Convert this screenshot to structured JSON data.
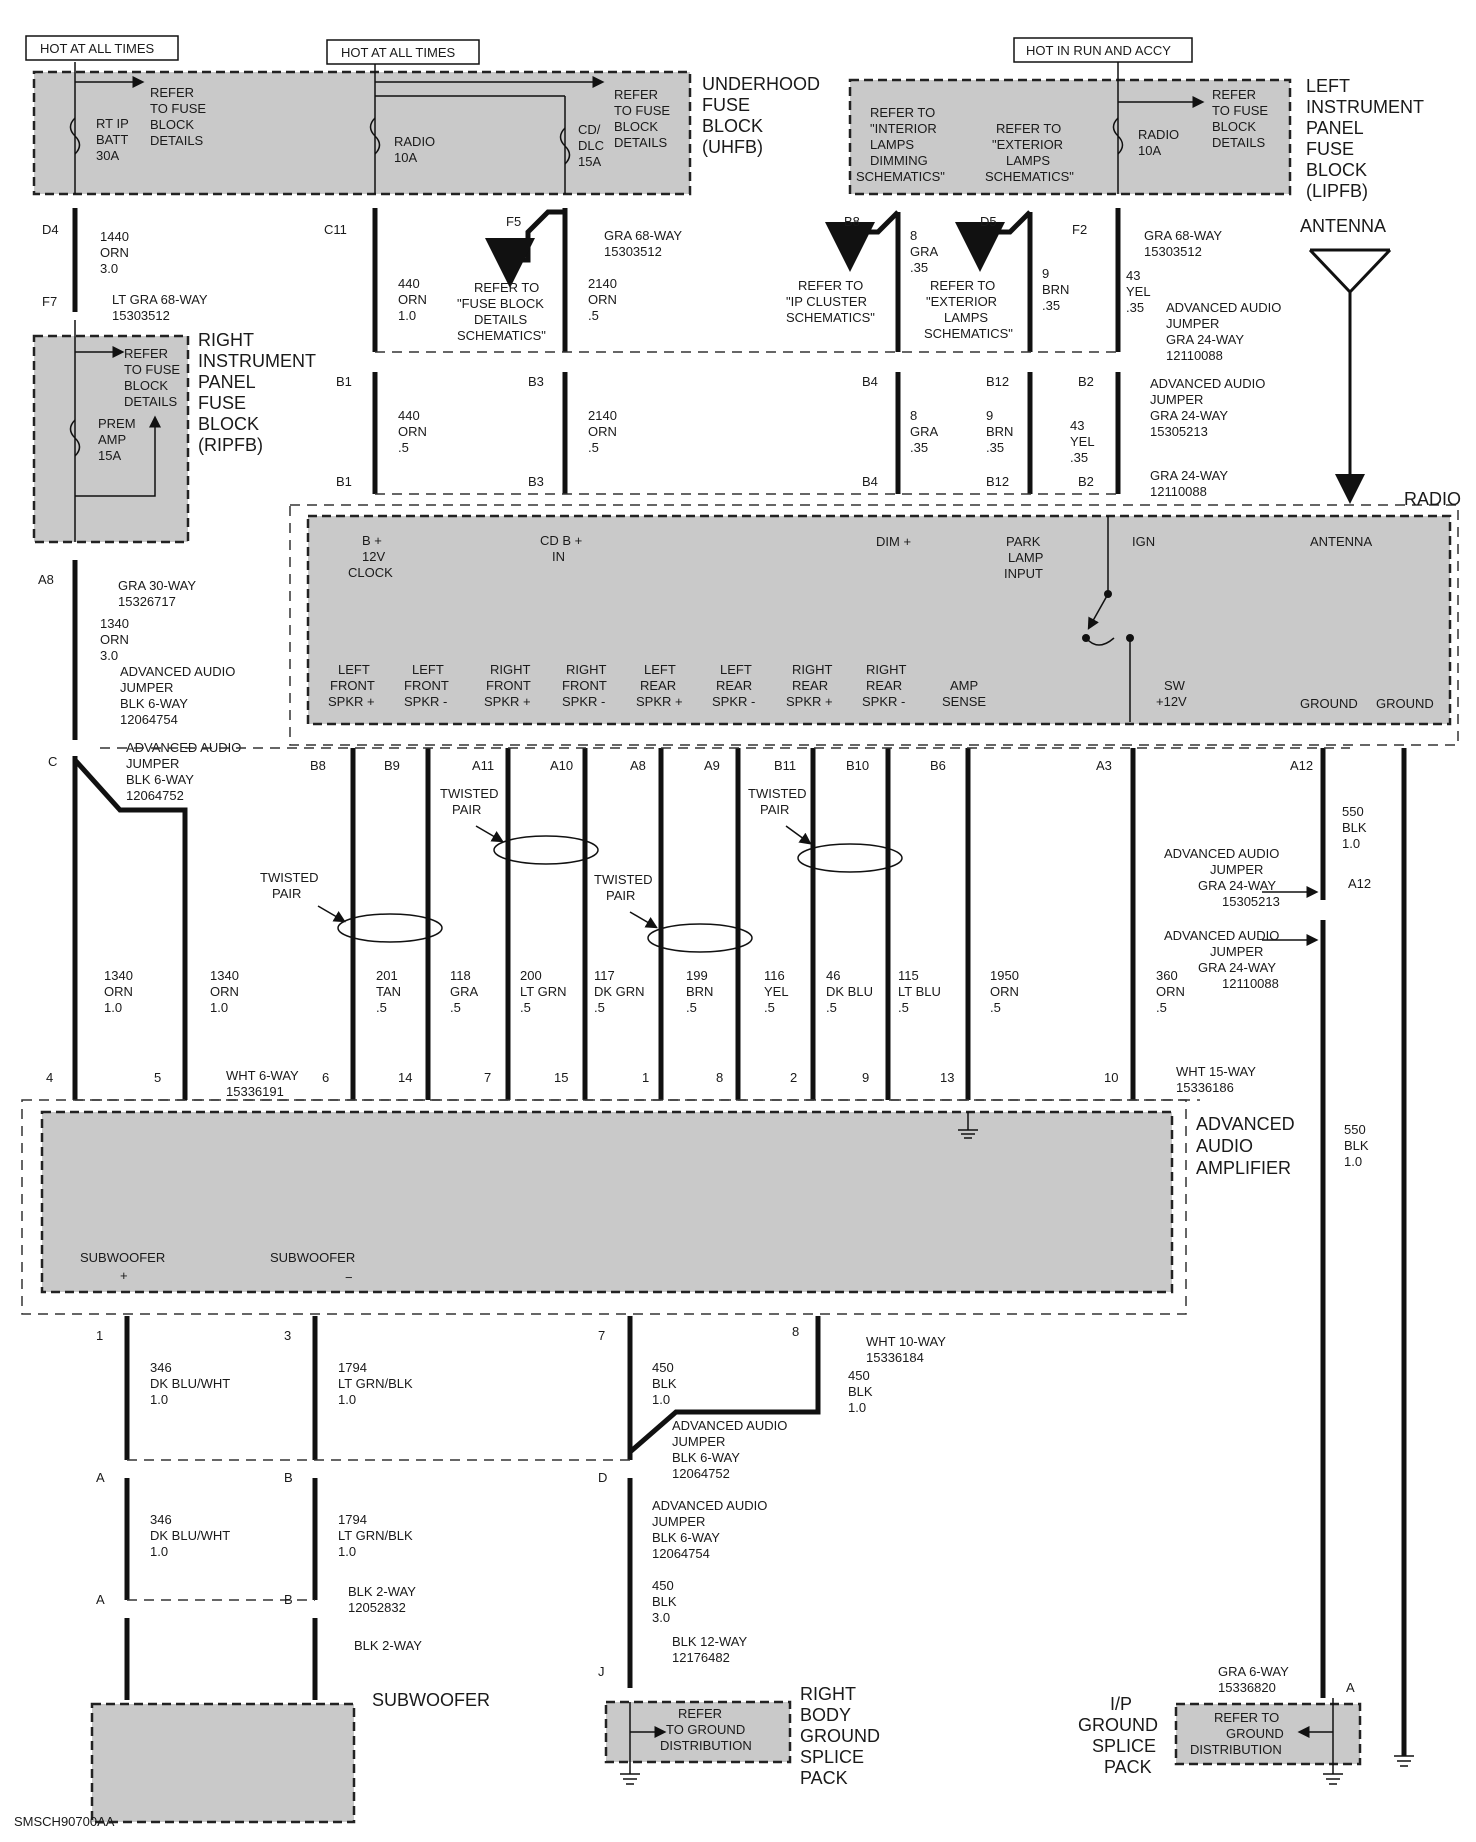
{
  "headers": {
    "hot_all_times_1": "HOT AT ALL TIMES",
    "hot_all_times_2": "HOT AT ALL TIMES",
    "hot_run_accy": "HOT IN RUN AND ACCY"
  },
  "uhfb": {
    "line1": "UNDERHOOD",
    "line2": "FUSE",
    "line3": "BLOCK",
    "line4": "(UHFB)",
    "refer1": "REFER",
    "refer2": "TO FUSE",
    "refer3": "BLOCK",
    "refer4": "DETAILS",
    "fuse_rtip_1": "RT IP",
    "fuse_rtip_2": "BATT",
    "fuse_rtip_3": "30A",
    "fuse_radio_1": "RADIO",
    "fuse_radio_2": "10A",
    "fuse_cd_1": "CD/",
    "fuse_cd_2": "DLC",
    "fuse_cd_3": "15A"
  },
  "lipfb": {
    "line1": "LEFT",
    "line2": "INSTRUMENT",
    "line3": "PANEL",
    "line4": "FUSE",
    "line5": "BLOCK",
    "line6": "(LIPFB)",
    "int1": "REFER TO",
    "int2": "\"INTERIOR",
    "int3": "LAMPS",
    "int4": "DIMMING",
    "int5": "SCHEMATICS\"",
    "ext1": "REFER TO",
    "ext2": "\"EXTERIOR",
    "ext3": "LAMPS",
    "ext4": "SCHEMATICS\"",
    "fuse1": "RADIO",
    "fuse2": "10A"
  },
  "ripfb": {
    "line1": "RIGHT",
    "line2": "INSTRUMENT",
    "line3": "PANEL",
    "line4": "FUSE",
    "line5": "BLOCK",
    "line6": "(RIPFB)",
    "fuse1": "PREM",
    "fuse2": "AMP",
    "fuse3": "15A"
  },
  "conn": {
    "d4": "D4",
    "f7": "F7",
    "c11": "C11",
    "f5": "F5",
    "b8": "B8",
    "d5": "D5",
    "f2": "F2",
    "b1": "B1",
    "b3": "B3",
    "b4": "B4",
    "b12": "B12",
    "b2": "B2",
    "a8": "A8",
    "c": "C",
    "lt_gra68": "LT GRA 68-WAY",
    "p15303512": "15303512",
    "gra68": "GRA 68-WAY",
    "aaj": "ADVANCED AUDIO",
    "jumper": "JUMPER",
    "gra24": "GRA 24-WAY",
    "p12110088": "12110088",
    "p15305213": "15305213",
    "gra30": "GRA 30-WAY",
    "p15326717": "15326717",
    "blk6": "BLK 6-WAY",
    "p12064754": "12064754",
    "p12064752": "12064752",
    "wht6": "WHT 6-WAY",
    "p15336191": "15336191",
    "wht15": "WHT 15-WAY",
    "p15336186": "15336186",
    "wht10": "WHT 10-WAY",
    "p15336184": "15336184",
    "blk2": "BLK 2-WAY",
    "p12052832": "12052832",
    "blk12": "BLK 12-WAY",
    "p12176482": "12176482",
    "gra6": "GRA 6-WAY",
    "p15336820": "15336820"
  },
  "wires": {
    "w1440": "1440",
    "orn": "ORN",
    "s30": "3.0",
    "w440": "440",
    "s10": "1.0",
    "s5": ".5",
    "w2140": "2140",
    "w8": "8",
    "gra": "GRA",
    "s35": ".35",
    "w9": "9",
    "brn": "BRN",
    "w43": "43",
    "yel": "YEL",
    "w1340": "1340",
    "w201": "201",
    "tan": "TAN",
    "w118": "118",
    "w200": "200",
    "ltgrn": "LT GRN",
    "w117": "117",
    "dkgrn": "DK GRN",
    "w199": "199",
    "w116": "116",
    "w46": "46",
    "dkblu": "DK BLU",
    "w115": "115",
    "ltblu": "LT BLU",
    "w1950": "1950",
    "w360": "360",
    "w550": "550",
    "blk": "BLK",
    "w346": "346",
    "dkbluwht": "DK BLU/WHT",
    "w1794": "1794",
    "ltgrnblk": "LT GRN/BLK",
    "w450": "450"
  },
  "refers": {
    "fb1": "REFER TO",
    "fb2": "\"FUSE BLOCK",
    "fb3": "DETAILS",
    "fb4": "SCHEMATICS\"",
    "ip1": "REFER TO",
    "ip2": "\"IP CLUSTER",
    "ip3": "SCHEMATICS\"",
    "ex1": "REFER TO",
    "ex2": "\"EXTERIOR",
    "ex3": "LAMPS",
    "ex4": "SCHEMATICS\"",
    "gd1": "REFER",
    "gd2": "TO GROUND",
    "gd3": "DISTRIBUTION",
    "gd4": "REFER TO",
    "gd5": "GROUND",
    "gd6": "DISTRIBUTION",
    "tp1": "TWISTED",
    "tp2": "PAIR"
  },
  "radio": {
    "title": "RADIO",
    "antenna_title": "ANTENNA",
    "b12v_1": "B +",
    "b12v_2": "12V",
    "b12v_3": "CLOCK",
    "cdb_1": "CD B +",
    "cdb_2": "IN",
    "dim": "DIM +",
    "park1": "PARK",
    "park2": "LAMP",
    "park3": "INPUT",
    "ign": "IGN",
    "antenna": "ANTENNA",
    "lf": "LEFT",
    "rt": "RIGHT",
    "front": "FRONT",
    "rear": "REAR",
    "spkp": "SPKR +",
    "spkm": "SPKR -",
    "amp1": "AMP",
    "amp2": "SENSE",
    "sw1": "SW",
    "sw2": "+12V",
    "ground": "GROUND"
  },
  "pins": {
    "b8": "B8",
    "b9": "B9",
    "a11": "A11",
    "a10": "A10",
    "a8": "A8",
    "a9": "A9",
    "b11": "B11",
    "b10": "B10",
    "b6": "B6",
    "a3": "A3",
    "a12": "A12",
    "p4": "4",
    "p5": "5",
    "p6": "6",
    "p14": "14",
    "p7": "7",
    "p15": "15",
    "p1": "1",
    "p8": "8",
    "p2": "2",
    "p9": "9",
    "p13": "13",
    "p10": "10",
    "p3": "3",
    "pa": "A",
    "pb": "B",
    "pd": "D",
    "pj": "J"
  },
  "amp": {
    "line1": "ADVANCED",
    "line2": "AUDIO",
    "line3": "AMPLIFIER",
    "sub": "SUBWOOFER",
    "plus": "+",
    "minus": "−"
  },
  "bottom": {
    "subwoofer": "SUBWOOFER",
    "rbg1": "RIGHT",
    "rbg2": "BODY",
    "rbg3": "GROUND",
    "rbg4": "SPLICE",
    "rbg5": "PACK",
    "ipg1": "I/P",
    "ipg2": "GROUND",
    "ipg3": "SPLICE",
    "ipg4": "PACK",
    "code": "SMSCH90700AA"
  }
}
